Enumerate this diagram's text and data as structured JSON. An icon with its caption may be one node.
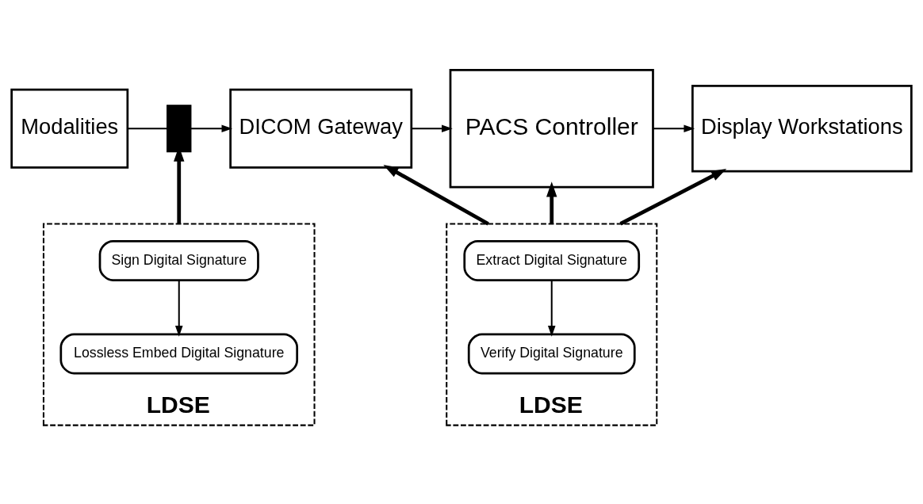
{
  "diagram": {
    "nodes": [
      {
        "text": [
          "Modalities"
        ]
      },
      {
        "text": [],
        "shape": "box"
      },
      {
        "text": [
          "DICOM Gateway"
        ]
      },
      {
        "text": [
          "PACS Controller"
        ]
      },
      {
        "text": [
          "Display Workstations"
        ]
      },
      {
        "text": [
          "LDSE"
        ]
      },
      {
        "text": [
          "Sign Digital Signature"
        ],
        "in": 5
      },
      {
        "text": [
          "Lossless Embed Digital Signature"
        ],
        "in": 5
      },
      {
        "text": [
          "LDSE"
        ]
      },
      {
        "text": [
          "Extract Digital Signature"
        ],
        "in": 8
      },
      {
        "text": [
          "Verify Digital Signature"
        ],
        "in": 8
      }
    ],
    "edges": [
      {
        "from": 0,
        "to": 1,
        "arrow": "none"
      },
      {
        "from": 1,
        "to": 2,
        "arrow": "to"
      },
      {
        "from": 2,
        "to": 3,
        "arrow": "to"
      },
      {
        "from": 3,
        "to": 4,
        "arrow": "to"
      },
      {
        "from": 5,
        "to": 1,
        "arrow": "to",
        "style": "thick"
      },
      {
        "from": 6,
        "to": 7,
        "arrow": "to"
      },
      {
        "from": 8,
        "to": 2,
        "arrow": "to",
        "style": "thick"
      },
      {
        "from": 8,
        "to": 3,
        "arrow": "to",
        "style": "thick"
      },
      {
        "from": 8,
        "to": 4,
        "arrow": "to",
        "style": "thick"
      },
      {
        "from": 9,
        "to": 10,
        "arrow": "to"
      }
    ]
  }
}
